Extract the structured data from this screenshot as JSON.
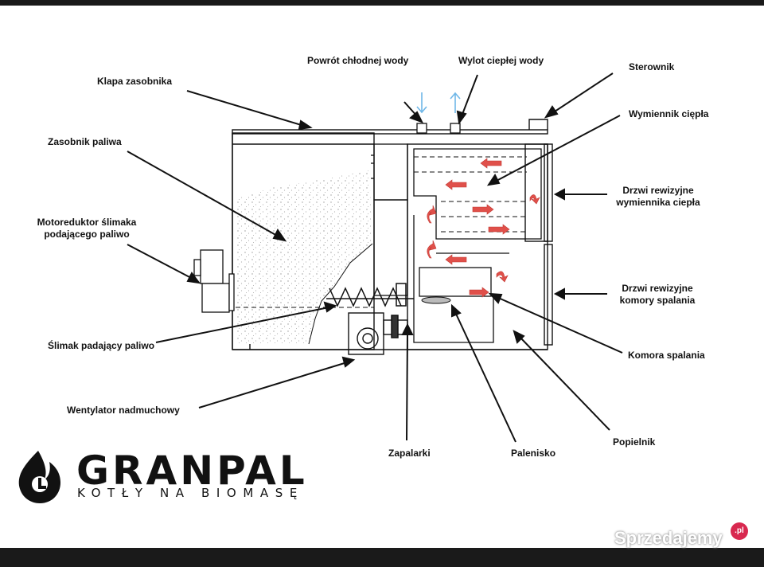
{
  "labels": {
    "klapa": "Klapa zasobnika",
    "zasobnik": "Zasobnik paliwa",
    "motoreduktor_1": "Motoreduktor ślimaka",
    "motoreduktor_2": "podającego paliwo",
    "slimak": "Ślimak padający paliwo",
    "wentylator": "Wentylator nadmuchowy",
    "powrot": "Powrót chłodnej wody",
    "wylot": "Wylot ciepłej wody",
    "sterownik": "Sterownik",
    "wymiennik": "Wymiennik ciępła",
    "drzwi_wym_1": "Drzwi rewizyjne",
    "drzwi_wym_2": "wymiennika ciepła",
    "drzwi_kom_1": "Drzwi rewizyjne",
    "drzwi_kom_2": "komory spalania",
    "komora": "Komora spalania",
    "popielnik": "Popielnik",
    "palenisko": "Palenisko",
    "zapalarki": "Zapalarki"
  },
  "brand": {
    "name": "GRANPAL",
    "tagline": "KOTŁY NA BIOMASĘ"
  },
  "watermark": {
    "text": "Sprzedajemy",
    "badge": ".pl"
  },
  "colors": {
    "flow_arrow": "#e0504a",
    "water_cold": "#6fb7e8",
    "water_hot": "#6fb7e8",
    "line": "#111111"
  }
}
